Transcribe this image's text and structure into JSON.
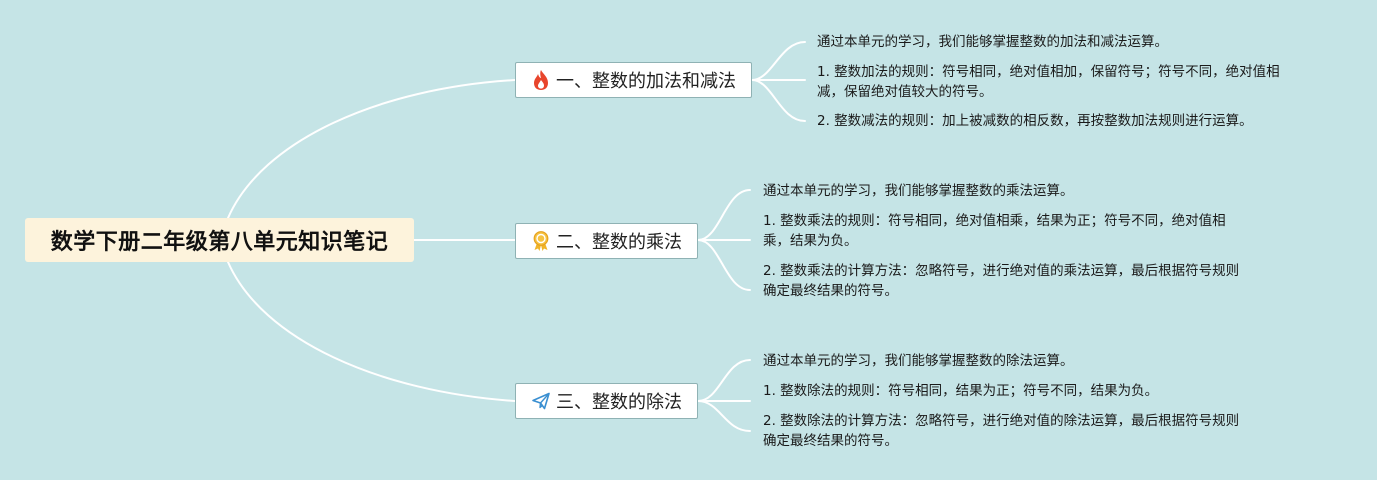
{
  "root": {
    "title": "数学下册二年级第八单元知识笔记"
  },
  "branches": [
    {
      "label": "一、整数的加法和减法",
      "icon": "fire-icon",
      "notes": [
        [
          "通过本单元的学习，我们能够掌握整数的加法和减法运算。"
        ],
        [
          "1. 整数加法的规则：符号相同，绝对值相加，保留符号；符号不同，绝对值相",
          "减，保留绝对值较大的符号。"
        ],
        [
          "2. 整数减法的规则：加上被减数的相反数，再按整数加法规则进行运算。"
        ]
      ]
    },
    {
      "label": "二、整数的乘法",
      "icon": "award-ribbon-icon",
      "notes": [
        [
          "通过本单元的学习，我们能够掌握整数的乘法运算。"
        ],
        [
          "1. 整数乘法的规则：符号相同，绝对值相乘，结果为正；符号不同，绝对值相",
          "乘，结果为负。"
        ],
        [
          "2. 整数乘法的计算方法：忽略符号，进行绝对值的乘法运算，最后根据符号规则",
          "确定最终结果的符号。"
        ]
      ]
    },
    {
      "label": "三、整数的除法",
      "icon": "paper-plane-icon",
      "notes": [
        [
          "通过本单元的学习，我们能够掌握整数的除法运算。"
        ],
        [
          "1. 整数除法的规则：符号相同，结果为正；符号不同，结果为负。"
        ],
        [
          "2. 整数除法的计算方法：忽略符号，进行绝对值的除法运算，最后根据符号规则",
          "确定最终结果的符号。"
        ]
      ]
    }
  ]
}
